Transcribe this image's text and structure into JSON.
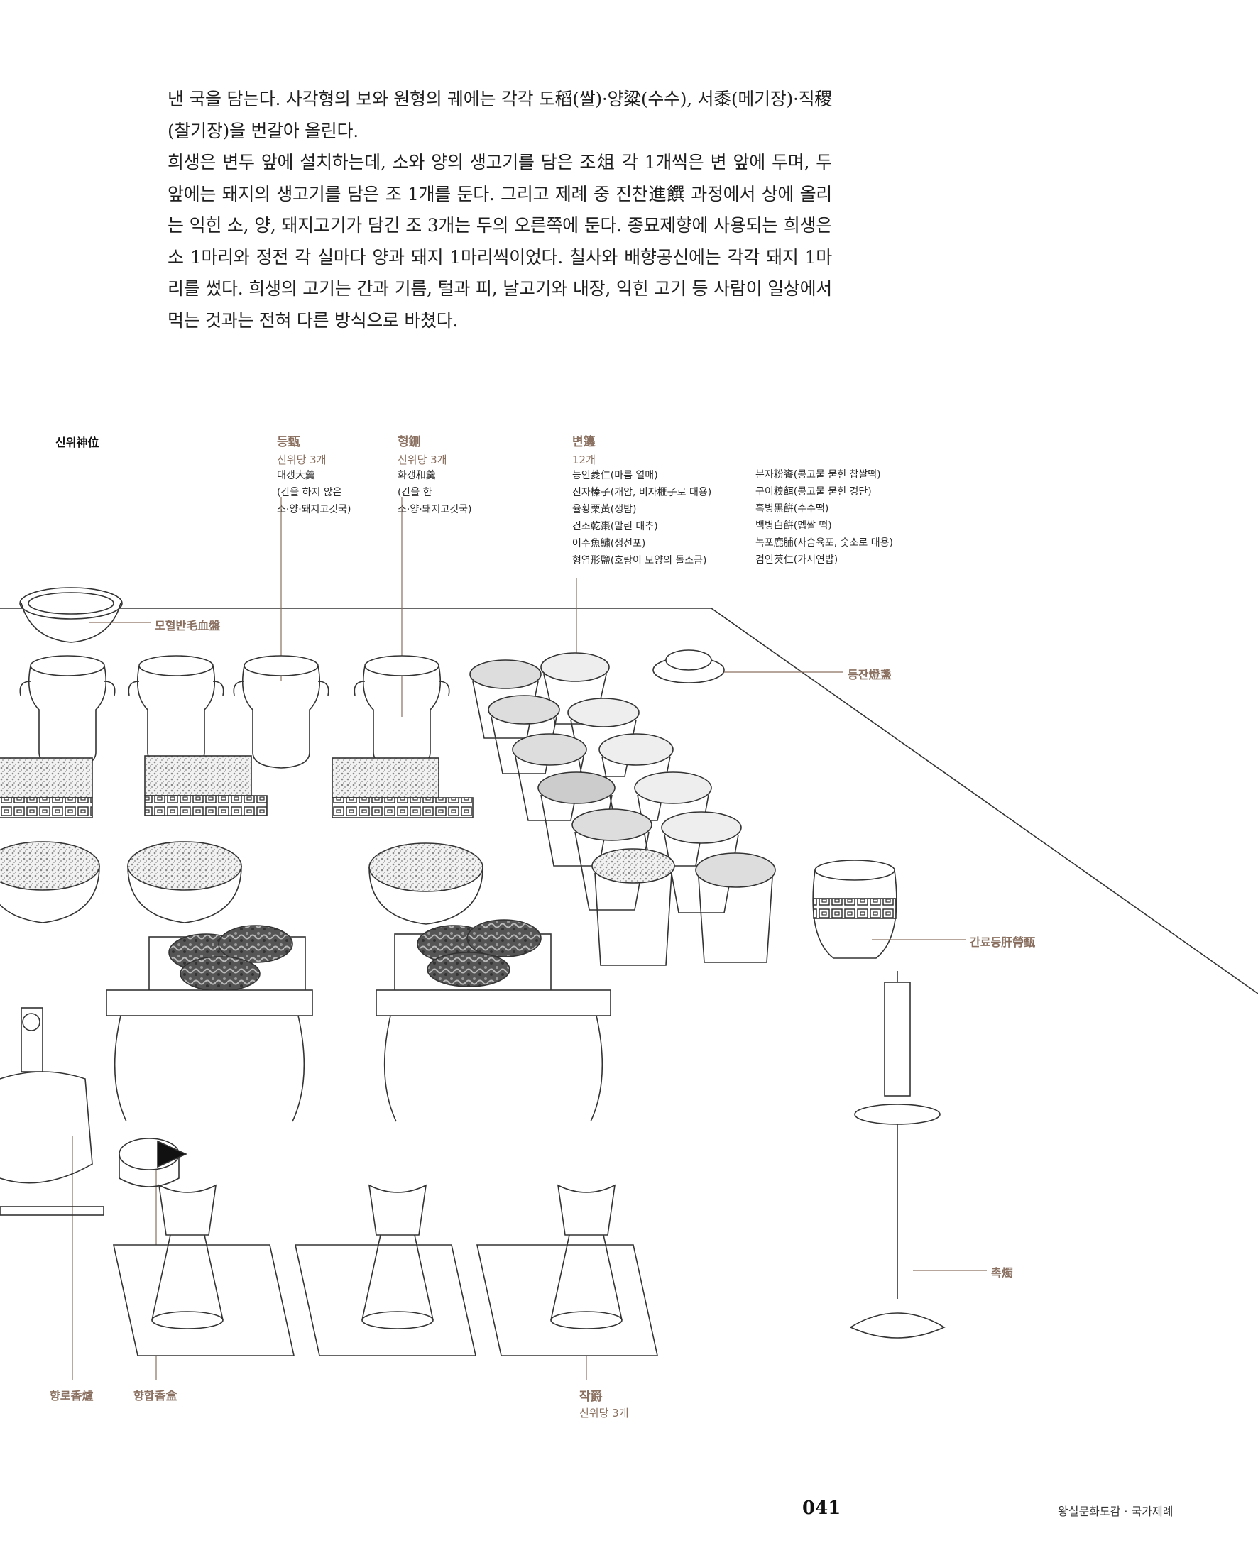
{
  "body": {
    "paragraph1": "낸 국을 담는다. 사각형의 보와 원형의 궤에는 각각 도稻(쌀)·양粱(수수), 서黍(메기장)·직稷(찰기장)을 번갈아 올린다.",
    "paragraph2": "희생은 변두 앞에 설치하는데, 소와 양의 생고기를 담은 조俎 각 1개씩은 변 앞에 두며, 두 앞에는 돼지의 생고기를 담은 조 1개를 둔다. 그리고 제례 중 진찬進饌 과정에서 상에 올리는 익힌 소, 양, 돼지고기가 담긴 조 3개는 두의 오른쪽에 둔다. 종묘제향에 사용되는 희생은 소 1마리와 정전 각 실마다 양과 돼지 1마리씩이었다. 칠사와 배향공신에는 각각 돼지 1마리를 썼다. 희생의 고기는 간과 기름, 털과 피, 날고기와 내장, 익힌 고기 등 사람이 일상에서 먹는 것과는 전혀 다른 방식으로 바쳤다."
  },
  "labels": {
    "shinwi": "신위神位",
    "deung": {
      "head": "등甄",
      "sub": "신위당 3개",
      "lines": [
        "대갱大羹",
        "(간을 하지 않은",
        "소·양·돼지고깃국)"
      ]
    },
    "hyeong": {
      "head": "형鉶",
      "sub": "신위당 3개",
      "lines": [
        "화갱和羹",
        "(간을 한",
        "소·양·돼지고깃국)"
      ]
    },
    "byeon": {
      "head": "변籩",
      "sub": "12개",
      "col1": [
        "능인菱仁(마름 열매)",
        "진자榛子(개암, 비자榧子로 대용)",
        "율황栗黃(생밤)",
        "건조乾棗(말린 대추)",
        "어수魚鱐(생선포)",
        "형염形鹽(호랑이 모양의 돌소금)"
      ],
      "col2": [
        "분자粉餈(콩고물 묻힌 찹쌀떡)",
        "구이糗餌(콩고물 묻힌 경단)",
        "흑병黑餠(수수떡)",
        "백병白餠(멥쌀 떡)",
        "녹포鹿脯(사슴육포, 숫소로 대용)",
        "검인芡仁(가시연밥)"
      ]
    },
    "mohyeol": "모혈반毛血盤",
    "deungjan": "등잔燈盞",
    "ganryo": "간료등肝膋甄",
    "chok": "촉燭",
    "hyangro": "향로香爐",
    "hyanghap": "향합香盒",
    "jak": {
      "head": "작爵",
      "sub": "신위당 3개"
    }
  },
  "footer": {
    "page_number": "041",
    "running_title": "왕실문화도감 · 국가제례"
  }
}
